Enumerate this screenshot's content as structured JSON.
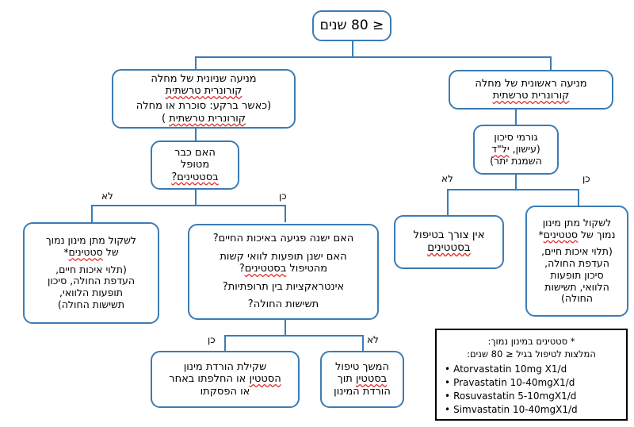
{
  "diagram": {
    "type": "flowchart",
    "title_node": {
      "text": "≤ 80 שנים"
    },
    "nodes": {
      "secondary_prevention": {
        "line1": "מניעה שניונית של מחלה",
        "line2": "קורונרית טרשתית",
        "line3": "(כאשר ברקע: סוכרת או מחלה",
        "line4": "קורונרית טרשתית",
        "line4_tail": " )"
      },
      "primary_prevention": {
        "line1": "מניעה ראשונית של מחלה",
        "line2": "קורונרית טרשתית"
      },
      "risk_factors": {
        "line1": "גורמי סיכון",
        "line2a": "(עישון, ",
        "line2b": "יל\"ד",
        "line3": "השמנת יתר)"
      },
      "already_on_statins": {
        "line1": "האם כבר",
        "line2": "מטופל",
        "line3": "בסטטינים?"
      },
      "consider_low_dose_left": {
        "line1": "לשקול מתן מינון נמוך",
        "line2a": "של ",
        "line2b": "סטטינים",
        "line2c": "*",
        "line3": "(תלוי איכות חיים,",
        "line4": "העדפת החולה, סיכון",
        "line5": "תופעות הלוואי,",
        "line6": "תשישות החולה)"
      },
      "quality_of_life_questions": {
        "line1": "האם ישנה פגיעה באיכות החיים?",
        "line2": "האם ישנן תופעות לוואי קשות",
        "line3a": "מהטיפול ",
        "line3b": "בסטטינים",
        "line3c": "?",
        "line4": "אינטראקציות בין תרופתיות?",
        "line5": "תשישות החולה?"
      },
      "no_treatment_needed": {
        "line1": "אין צורך בטיפול",
        "line2": "בסטטינים"
      },
      "consider_low_dose_right": {
        "line1": "לשקול מתן מינון",
        "line2a": "נמוך של ",
        "line2b": "סטטינים",
        "line2c": "*",
        "line3": "(תלוי איכות חיים,",
        "line4": "העדפת החולה,",
        "line5": "סיכון תופעות",
        "line6": "הלוואי, תשישות",
        "line7": "החולה)"
      },
      "reduce_or_switch": {
        "line1": "שקילת הורדת מינון",
        "line2a": "הסטטין",
        "line2b": " או החלפתו באחר",
        "line3": "או הפסקתו"
      },
      "continue_with_reduction": {
        "line1": "המשך טיפול",
        "line2a": "בסטטין",
        "line2b": " תוך",
        "line3": "הורדת המינון"
      }
    },
    "edge_labels": {
      "top_left_no": "לא",
      "top_left_yes": "כן",
      "right_no": "לא",
      "right_yes": "כן",
      "bottom_yes": "כן",
      "bottom_no": "לא"
    },
    "legend": {
      "title_line1": "* סטטינים במינון נמוך:",
      "title_line2": "המלצות לטיפול בגיל ≤ 80 שנים:",
      "items": [
        "Atorvastatin 10mg X1/d",
        "Pravastatin 10-40mgX1/d",
        "Rosuvastatin 5-10mgX1/d",
        "Simvastatin 10-40mgX1/d"
      ]
    },
    "colors": {
      "node_border": "#3b7cb5",
      "connector": "#3b7cb5",
      "legend_border": "#000000",
      "spellcheck_underline": "#e03030",
      "text": "#000000",
      "background": "#ffffff"
    }
  }
}
